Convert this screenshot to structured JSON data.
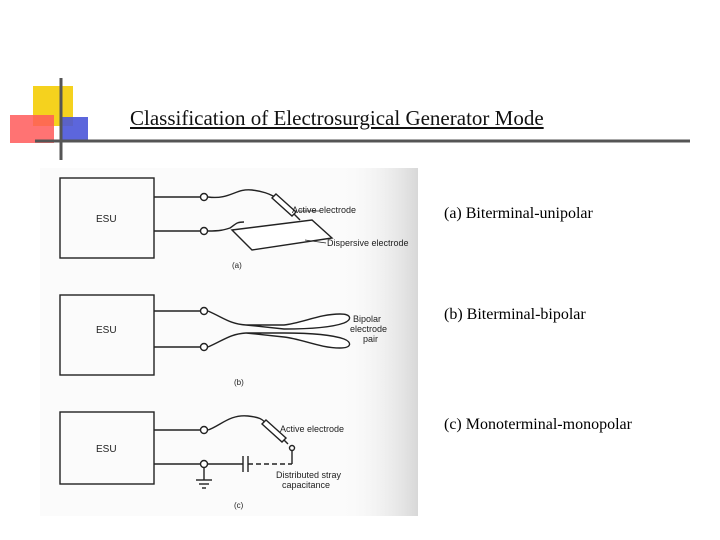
{
  "title": "Classification of Electrosurgical Generator Mode",
  "accent_colors": {
    "yellow": "#f5d21e",
    "red": "#ff4a4a",
    "blue": "#4a55d8",
    "rule": "#555555"
  },
  "captions": {
    "a": "(a) Biterminal-unipolar",
    "b": "(b) Biterminal-bipolar",
    "c": "(c) Monoterminal-monopolar"
  },
  "figure": {
    "a": {
      "box": "ESU",
      "active": "Active electrode",
      "dispersive": "Dispersive electrode",
      "tag": "(a)"
    },
    "b": {
      "box": "ESU",
      "bipolar_1": "Bipolar",
      "bipolar_2": "electrode",
      "bipolar_3": "pair",
      "tag": "(b)"
    },
    "c": {
      "box": "ESU",
      "active": "Active electrode",
      "stray_1": "Distributed stray",
      "stray_2": "capacitance",
      "tag": "(c)"
    }
  }
}
